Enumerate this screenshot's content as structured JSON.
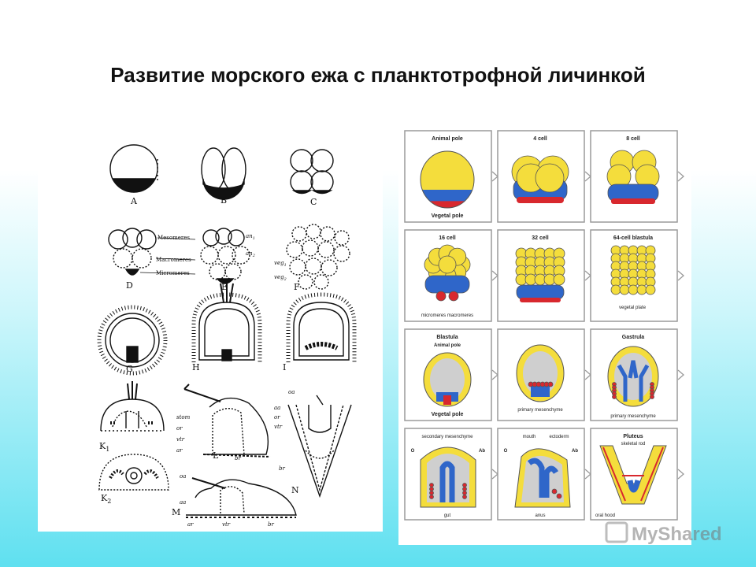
{
  "title": "Развитие морского ежа с планктотрофной личинкой",
  "colors": {
    "animal": "#f4dd3c",
    "blue": "#2f66c9",
    "red": "#d8282e",
    "outline": "#555555",
    "gray": "#cfcfcf",
    "frame": "#9a9a9a"
  },
  "left_panel": {
    "letters": {
      "a": "A",
      "b": "B",
      "c": "C",
      "d": "D",
      "e": "E",
      "f": "F",
      "g": "G",
      "h": "H",
      "i": "I",
      "k1": "K",
      "k1sub": "1",
      "k2": "K",
      "k2sub": "2",
      "l": "L",
      "m": "M",
      "n": "N"
    },
    "labels": {
      "mesomeres": "Mesomeres",
      "macromeres": "Macromeres",
      "micromeres": "Micromeres",
      "an1": "an",
      "an1sub": "1",
      "an2": "an",
      "an2sub": "2",
      "veg1": "veg",
      "veg1sub": "1",
      "veg2": "veg",
      "veg2sub": "2",
      "stom": "stom",
      "or": "or",
      "vtr": "vtr",
      "ar": "ar",
      "br": "br",
      "aa": "aa",
      "oa": "oa"
    }
  },
  "right_panel": {
    "cells": [
      {
        "title": "Animal pole",
        "note": "Vegetal pole"
      },
      {
        "title": "4 cell"
      },
      {
        "title": "8 cell"
      },
      {
        "title": "16 cell",
        "note": "micromeres   macromeres"
      },
      {
        "title": "32 cell"
      },
      {
        "title": "64-cell blastula",
        "note": "vegetal plate"
      },
      {
        "title": "Blastula",
        "sub": "Animal pole",
        "note": "Vegetal pole"
      },
      {
        "title": "",
        "note": "primary mesenchyme"
      },
      {
        "title": "Gastrula",
        "note": "primary mesenchyme"
      },
      {
        "title": "secondary mesenchyme",
        "o": "O",
        "ab": "Ab",
        "note": "gut"
      },
      {
        "title": "mouth",
        "title2": "ectoderm",
        "o": "O",
        "ab": "Ab",
        "note": "anus"
      },
      {
        "title": "Pluteus",
        "sub": "skeletal rod",
        "note": "oral hood"
      }
    ]
  },
  "watermark": "MyShared"
}
